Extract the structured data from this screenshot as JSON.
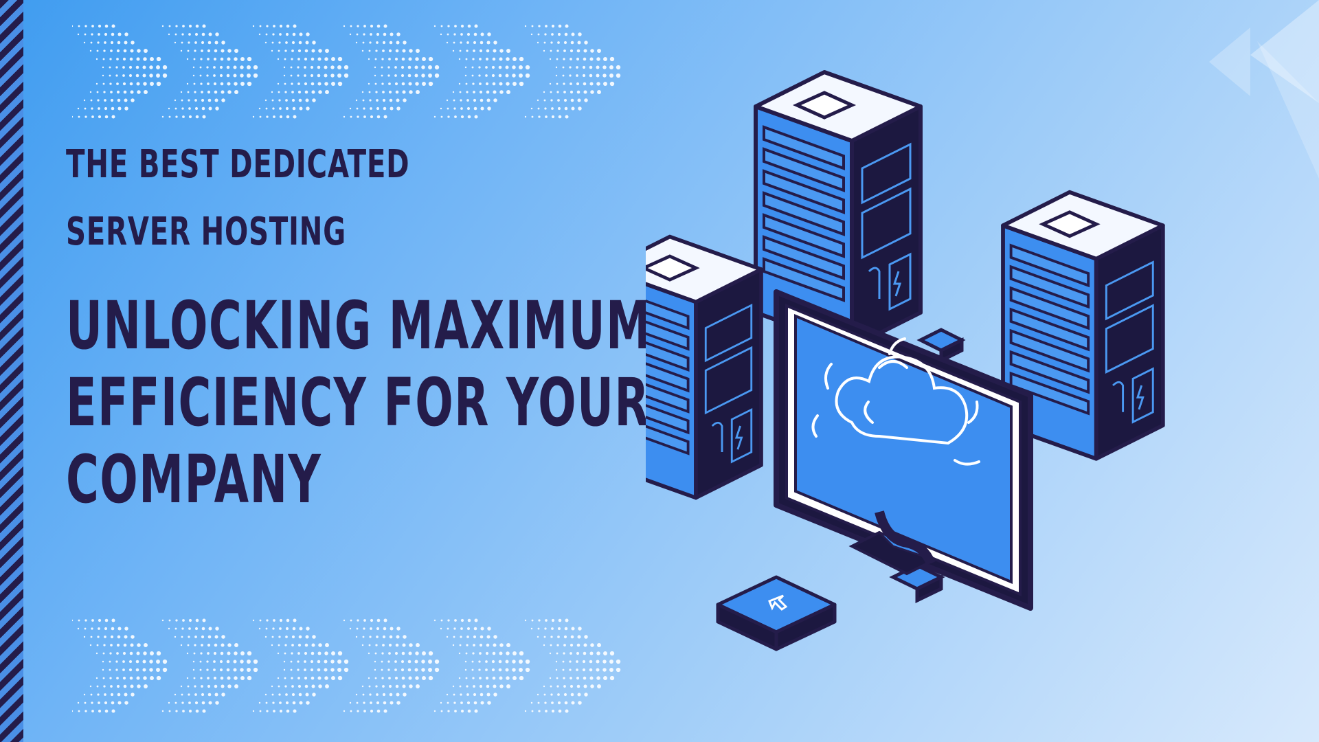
{
  "heading": {
    "sub_line_1": "THE BEST DEDICATED",
    "sub_line_2": "SERVER HOSTING",
    "main_line_1": "UNLOCKING MAXIMUM",
    "main_line_2": "EFFICIENCY FOR YOUR",
    "main_line_3": "COMPANY"
  },
  "colors": {
    "background_start": "#3f9cf0",
    "background_end": "#d7e9fc",
    "text": "#241c4a",
    "outline": "#241c4a",
    "screen": "#3d8ef0",
    "server_top": "#f4f8ff"
  },
  "icons": [
    "chevron-right-icon",
    "server-rack-icon",
    "monitor-icon",
    "cloud-icon",
    "cursor-arrow-icon",
    "lightning-icon"
  ]
}
